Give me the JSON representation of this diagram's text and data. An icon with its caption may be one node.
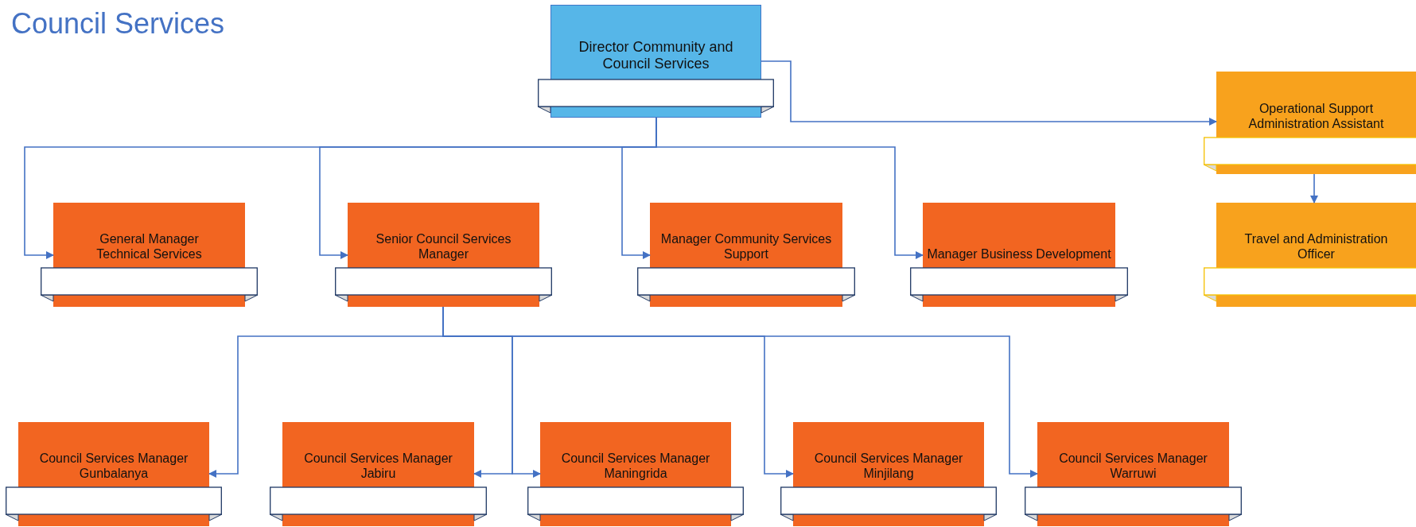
{
  "diagram": {
    "title": "Council Services",
    "nodes": [
      {
        "text": [
          "Director Community and Council Services"
        ]
      },
      {
        "text": [
          "Operational Support Administration Assistant"
        ]
      },
      {
        "text": [
          "Travel and Administration Officer"
        ]
      },
      {
        "text": [
          "General Manager Technical Services"
        ]
      },
      {
        "text": [
          "Senior Council Services Manager"
        ]
      },
      {
        "text": [
          "Manager Community Services Support"
        ]
      },
      {
        "text": [
          "Manager Business Development"
        ]
      },
      {
        "text": [
          "Council Services Manager Gunbalanya"
        ]
      },
      {
        "text": [
          "Council Services Manager Jabiru"
        ]
      },
      {
        "text": [
          "Council Services Manager Maningrida"
        ]
      },
      {
        "text": [
          "Council Services Manager Minjilang"
        ]
      },
      {
        "text": [
          "Council Services Manager Warruwi"
        ]
      }
    ],
    "edges": [
      {
        "from": 0,
        "to": 3,
        "arrow": "to"
      },
      {
        "from": 0,
        "to": 4,
        "arrow": "to"
      },
      {
        "from": 0,
        "to": 5,
        "arrow": "to"
      },
      {
        "from": 0,
        "to": 6,
        "arrow": "to"
      },
      {
        "from": 0,
        "to": 1,
        "arrow": "to"
      },
      {
        "from": 1,
        "to": 2,
        "arrow": "to"
      },
      {
        "from": 4,
        "to": 7,
        "arrow": "to"
      },
      {
        "from": 4,
        "to": 8,
        "arrow": "to"
      },
      {
        "from": 4,
        "to": 9,
        "arrow": "to"
      },
      {
        "from": 4,
        "to": 10,
        "arrow": "to"
      },
      {
        "from": 4,
        "to": 11,
        "arrow": "to"
      }
    ]
  }
}
